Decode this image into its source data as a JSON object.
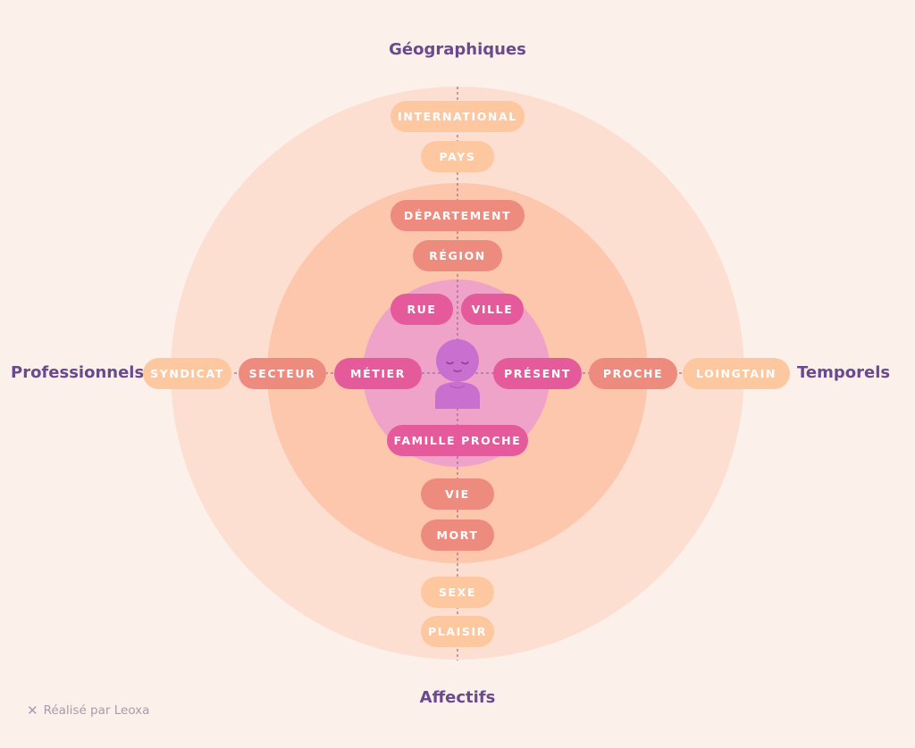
{
  "axes": {
    "top": "Géographiques",
    "bottom": "Affectifs",
    "left": "Professionnels",
    "right": "Temporels"
  },
  "tags": {
    "international": "INTERNATIONAL",
    "pays": "PAYS",
    "departement": "DÉPARTEMENT",
    "region": "RÉGION",
    "rue": "RUE",
    "ville": "VILLE",
    "syndicat": "SYNDICAT",
    "secteur": "SECTEUR",
    "metier": "MÉTIER",
    "present": "PRÉSENT",
    "proche": "PROCHE",
    "loingtain": "LOINGTAIN",
    "famille_proche": "FAMILLE PROCHE",
    "vie": "VIE",
    "mort": "MORT",
    "sexe": "SEXE",
    "plaisir": "PLAISIR"
  },
  "center_icon": "person-icon",
  "credit": {
    "icon": "x-icon",
    "text": "Réalisé par Leoxa"
  },
  "colors": {
    "background": "#fcf0eb",
    "outer_ring": "#fddfd2",
    "middle_ring": "#fcc7ad",
    "inner_ring": "#f0a3c8",
    "outer_tag": "#fdc7a0",
    "middle_tag": "#ee8b7f",
    "core_tag": "#e55a9b",
    "person": "#c86fcf",
    "label_text": "#6a4a8c"
  }
}
